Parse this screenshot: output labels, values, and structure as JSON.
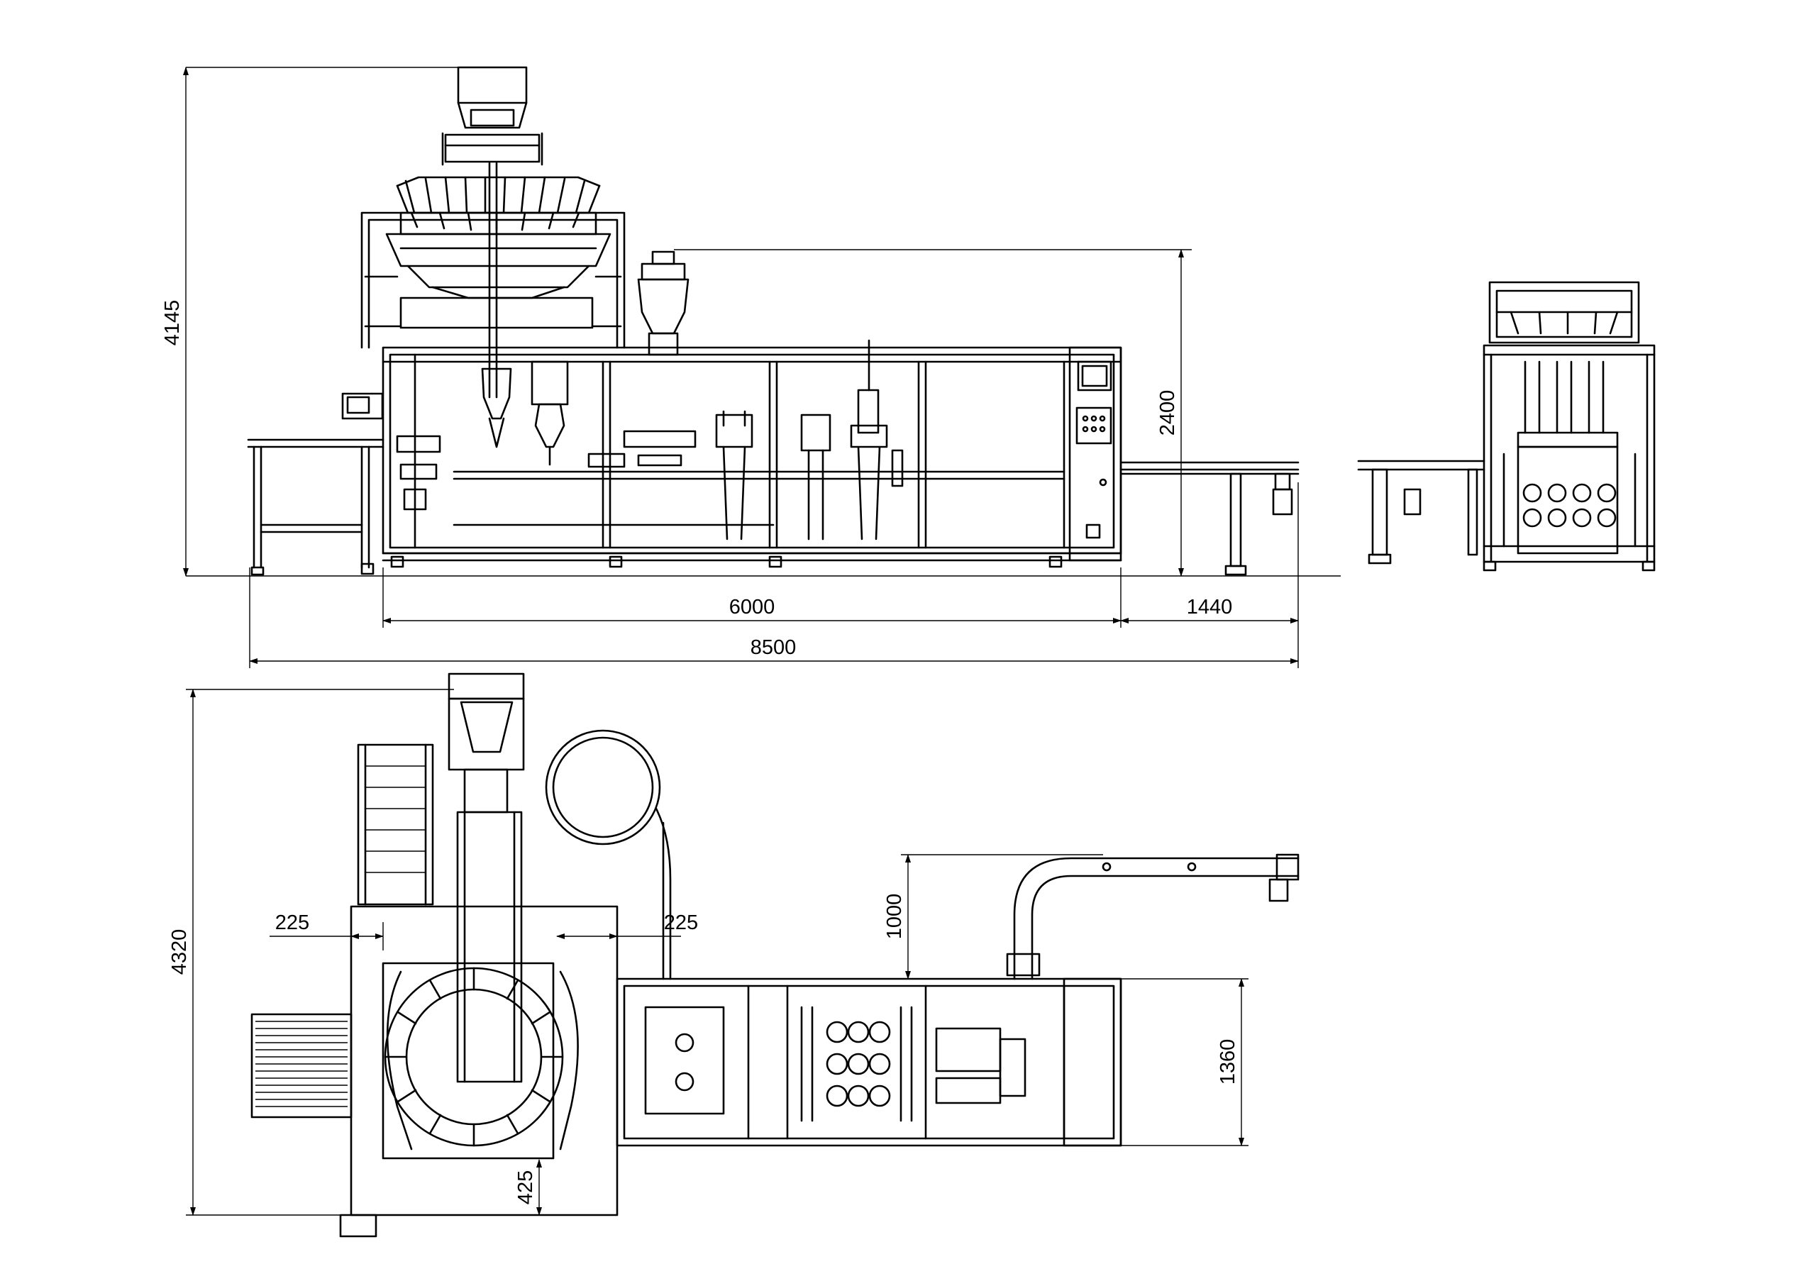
{
  "dimensions": {
    "front_total_height": "4145",
    "platform_height": "2400",
    "machine_length": "6000",
    "conveyor_length": "1440",
    "overall_length": "8500",
    "top_total_depth": "4320",
    "left_offset": "225",
    "right_offset": "225",
    "bottom_offset": "425",
    "conveyor_extension": "1000",
    "machine_depth": "1360"
  },
  "colors": {
    "line": "#000000",
    "background": "#ffffff"
  }
}
